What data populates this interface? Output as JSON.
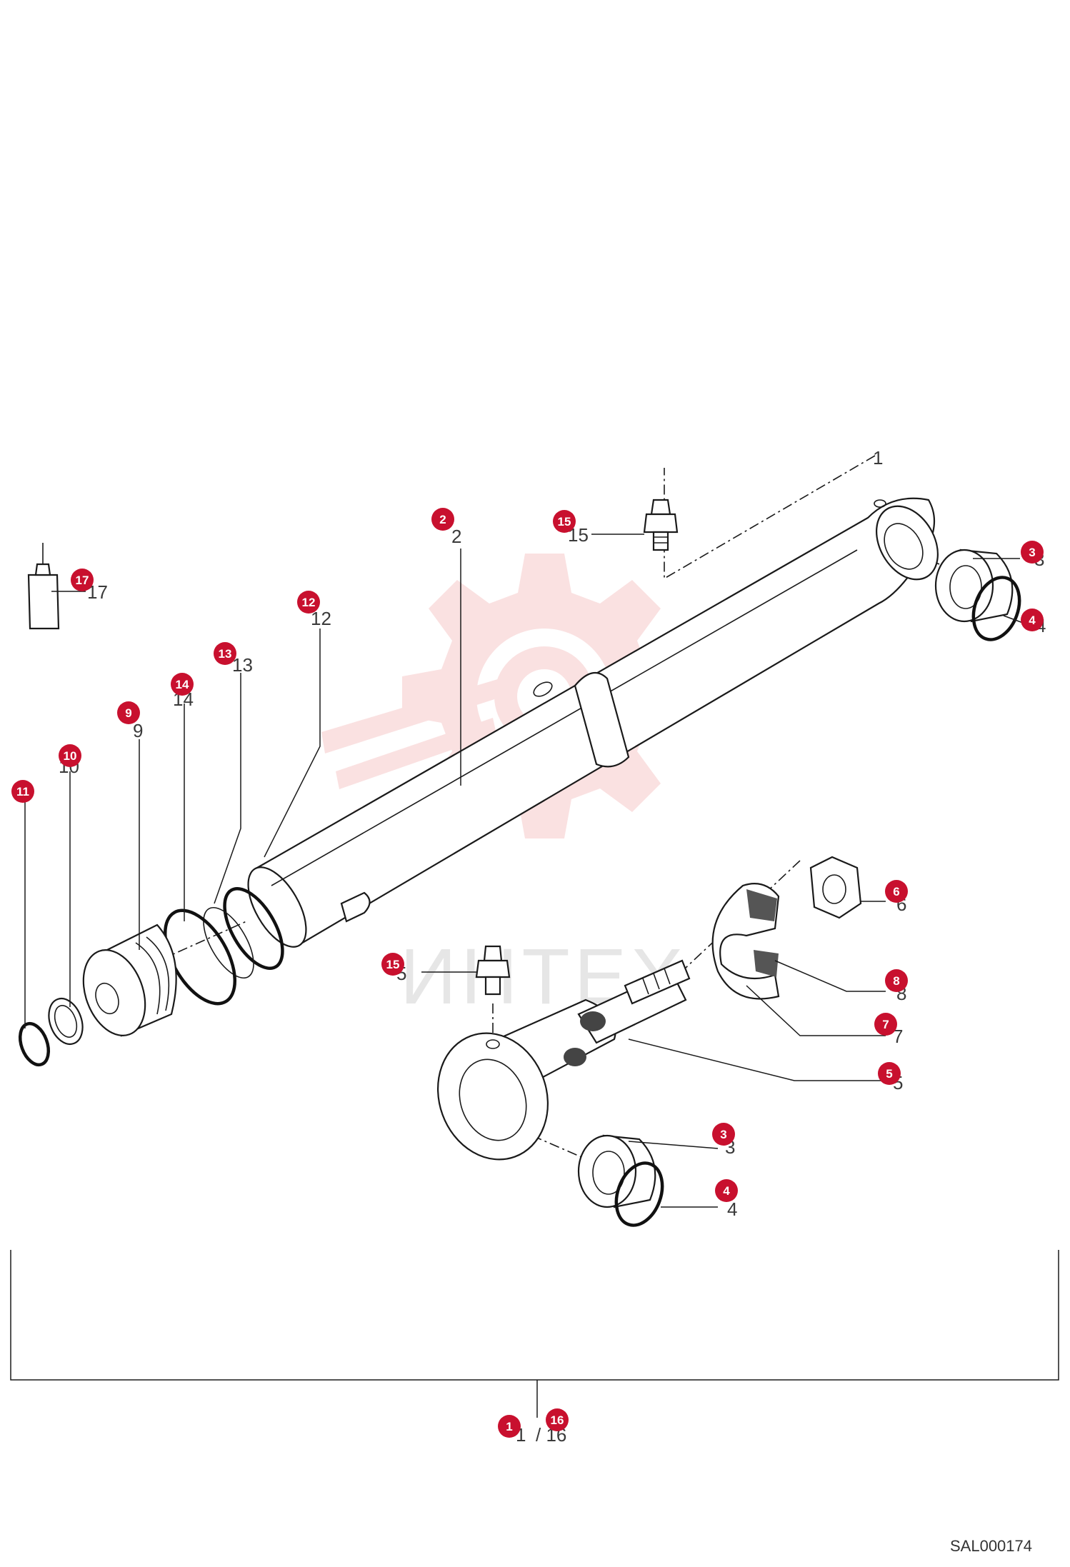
{
  "colors": {
    "badge": "#c8102e",
    "watermark": "#f6c9c9",
    "line": "#1a1a1a"
  },
  "watermark": {
    "text": "ИНТЕХ",
    "icon": "gear-icon"
  },
  "drawing_code": "SAL000174",
  "callouts": [
    {
      "id": "c17",
      "badge": "17",
      "label": "17"
    },
    {
      "id": "c11",
      "badge": "11",
      "label": ""
    },
    {
      "id": "c10",
      "badge": "10",
      "label": "10"
    },
    {
      "id": "c9",
      "badge": "9",
      "label": "9"
    },
    {
      "id": "c14",
      "badge": "14",
      "label": "14"
    },
    {
      "id": "c13",
      "badge": "13",
      "label": "13"
    },
    {
      "id": "c12",
      "badge": "12",
      "label": "12"
    },
    {
      "id": "c2",
      "badge": "2",
      "label": "2"
    },
    {
      "id": "c15a",
      "badge": "15",
      "label": "15"
    },
    {
      "id": "c15b",
      "badge": "15",
      "label": "5"
    },
    {
      "id": "c3a",
      "badge": "3",
      "label": "3"
    },
    {
      "id": "c4a",
      "badge": "4",
      "label": "4"
    },
    {
      "id": "c6",
      "badge": "6",
      "label": "6"
    },
    {
      "id": "c8",
      "badge": "8",
      "label": "8"
    },
    {
      "id": "c7",
      "badge": "7",
      "label": "7"
    },
    {
      "id": "c5",
      "badge": "5",
      "label": "5"
    },
    {
      "id": "c3b",
      "badge": "3",
      "label": "3"
    },
    {
      "id": "c4b",
      "badge": "4",
      "label": "4"
    },
    {
      "id": "c1",
      "badge": "1",
      "label": "1"
    },
    {
      "id": "c16",
      "badge": "16",
      "label": "/ 16"
    }
  ],
  "top_label": "1"
}
